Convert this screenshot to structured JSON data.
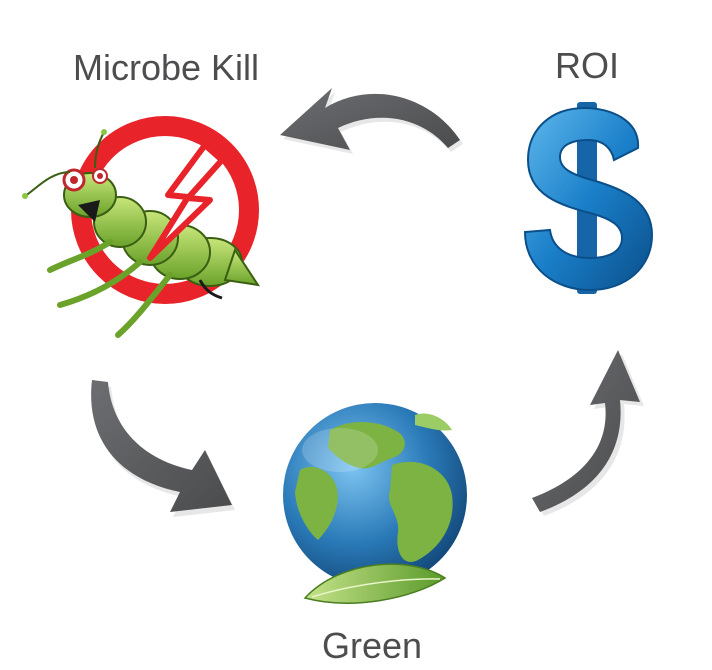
{
  "cycle": {
    "nodes": [
      {
        "id": "microbe-kill",
        "label": "Microbe Kill",
        "icon": "bug-prohibited-icon"
      },
      {
        "id": "roi",
        "label": "ROI",
        "icon": "dollar-sign-icon"
      },
      {
        "id": "green",
        "label": "Green",
        "icon": "earth-globe-leaf-icon"
      }
    ],
    "edges": [
      {
        "from": "roi",
        "to": "microbe-kill"
      },
      {
        "from": "microbe-kill",
        "to": "green"
      },
      {
        "from": "green",
        "to": "roi"
      }
    ]
  },
  "colors": {
    "label_text": "#4d4d4f",
    "arrow": "#58595b",
    "dollar": "#1a7fc9",
    "prohibit_red": "#e8232a",
    "bug_green": "#8cc63f",
    "ocean": "#2a7ab8",
    "land": "#7cb342"
  }
}
